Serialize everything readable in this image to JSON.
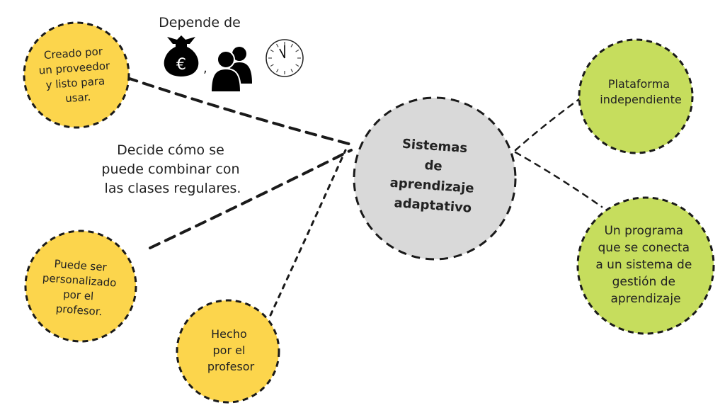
{
  "center": {
    "lines": [
      "Sistemas",
      "de",
      "aprendizaje",
      "adaptativo"
    ]
  },
  "top_label": "Depende de",
  "icons": {
    "money": "money-bag-euro-icon",
    "people": "people-icon",
    "clock": "clock-icon",
    "separator": ","
  },
  "side_note": {
    "lines": [
      "Decide cómo se",
      "puede combinar con",
      "las clases regulares."
    ]
  },
  "nodes": {
    "provider": [
      "Creado por",
      "un proveedor",
      "y listo para",
      "usar."
    ],
    "personalized": [
      "Puede ser",
      "personalizado",
      "por el",
      "profesor."
    ],
    "teacher": [
      "Hecho",
      "por el",
      "profesor"
    ],
    "platform": [
      "Plataforma",
      "independiente"
    ],
    "lms": [
      "Un programa",
      "que se conecta",
      "a un sistema de",
      "gestión de",
      "aprendizaje"
    ]
  },
  "colors": {
    "yellow": "#fcd54c",
    "green": "#c6dd5d",
    "center": "#d9d9d9",
    "line": "#1a1a1a"
  }
}
